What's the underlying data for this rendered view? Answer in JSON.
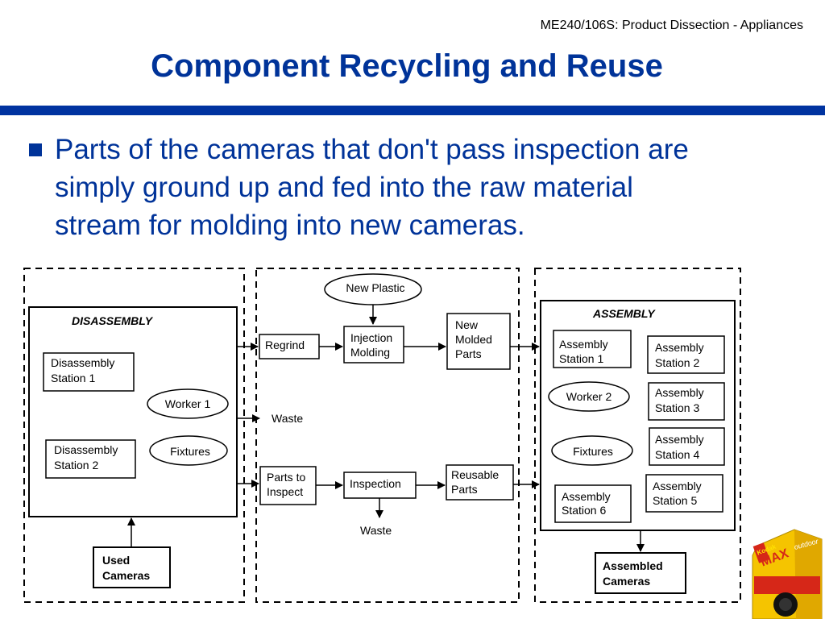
{
  "header": {
    "course": "ME240/106S: Product Dissection - Appliances",
    "title": "Component Recycling and Reuse"
  },
  "bullet": {
    "line1": "Parts of the cameras that don't pass inspection are",
    "line2": "simply ground up and fed into the raw material",
    "line3": "stream for molding into new cameras."
  },
  "diagram": {
    "disassembly": {
      "title": "DISASSEMBLY",
      "station1": [
        "Disassembly",
        "Station 1"
      ],
      "station2": [
        "Disassembly",
        "Station 2"
      ],
      "worker": "Worker 1",
      "fixtures": "Fixtures"
    },
    "used_cameras": [
      "Used",
      "Cameras"
    ],
    "middle": {
      "new_plastic": "New  Plastic",
      "regrind": "Regrind",
      "injection": [
        "Injection",
        "Molding"
      ],
      "new_molded": [
        "New",
        "Molded",
        "Parts"
      ],
      "waste_top": "Waste",
      "parts_to_inspect": [
        "Parts to",
        "Inspect"
      ],
      "inspection": "Inspection",
      "reusable": [
        "Reusable",
        "Parts"
      ],
      "waste_bottom": "Waste"
    },
    "assembly": {
      "title": "ASSEMBLY",
      "station1": [
        "Assembly",
        "Station 1"
      ],
      "station2": [
        "Assembly",
        "Station 2"
      ],
      "station3": [
        "Assembly",
        "Station 3"
      ],
      "station4": [
        "Assembly",
        "Station 4"
      ],
      "station5": [
        "Assembly",
        "Station 5"
      ],
      "station6": [
        "Assembly",
        "Station 6"
      ],
      "worker": "Worker 2",
      "fixtures": "Fixtures"
    },
    "assembled_cameras": [
      "Assembled",
      "Cameras"
    ]
  },
  "product_image": {
    "brand": "Kodak",
    "name": "MAX",
    "variant": "outdoor"
  },
  "colors": {
    "accent": "#003399",
    "rule": "#0033a0",
    "can_yellow": "#f5c400",
    "can_red": "#d62718"
  }
}
